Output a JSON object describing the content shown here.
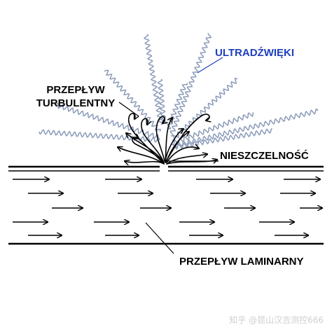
{
  "labels": {
    "ultrasound": "ULTRADŹWIĘKI",
    "turbulent_line1": "PRZEPŁYW",
    "turbulent_line2": "TURBULENTNY",
    "leak": "NIESZCZELNOŚĆ",
    "laminar": "PRZEPŁYW LAMINARNY"
  },
  "watermark": "知乎 @昆山汉吉测控666",
  "colors": {
    "ultrasound_label": "#1f3fbf",
    "waves": "#8a9ab8",
    "ink": "#000000",
    "watermark": "#cfcfcf"
  }
}
